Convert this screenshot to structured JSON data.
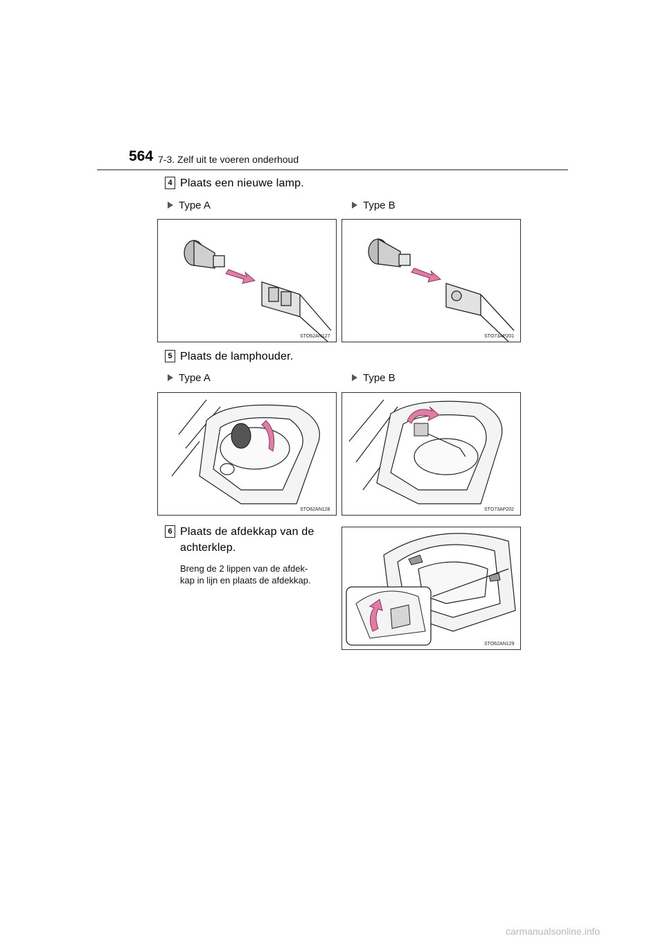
{
  "header": {
    "page_number": "564",
    "section": "7-3. Zelf uit te voeren onderhoud"
  },
  "steps": [
    {
      "number": "4",
      "text": "Plaats een nieuwe lamp.",
      "type_a": "Type A",
      "type_b": "Type B",
      "fig_a_code": "STO62AN127",
      "fig_b_code": "STO73AP201"
    },
    {
      "number": "5",
      "text": "Plaats de lamphouder.",
      "type_a": "Type A",
      "type_b": "Type B",
      "fig_a_code": "STO62AN128",
      "fig_b_code": "STO73AP202"
    },
    {
      "number": "6",
      "text_line1": "Plaats de afdekkap van de",
      "text_line2": "achterklep.",
      "sub_line1": "Breng de 2 lippen van de afdek-",
      "sub_line2": "kap in lijn en plaats de afdekkap.",
      "fig_code": "STO62AN129"
    }
  ],
  "watermark": "carmanualsonline.info",
  "colors": {
    "accent_arrow": "#e27ba6",
    "header_rule": "#7f8b85"
  }
}
